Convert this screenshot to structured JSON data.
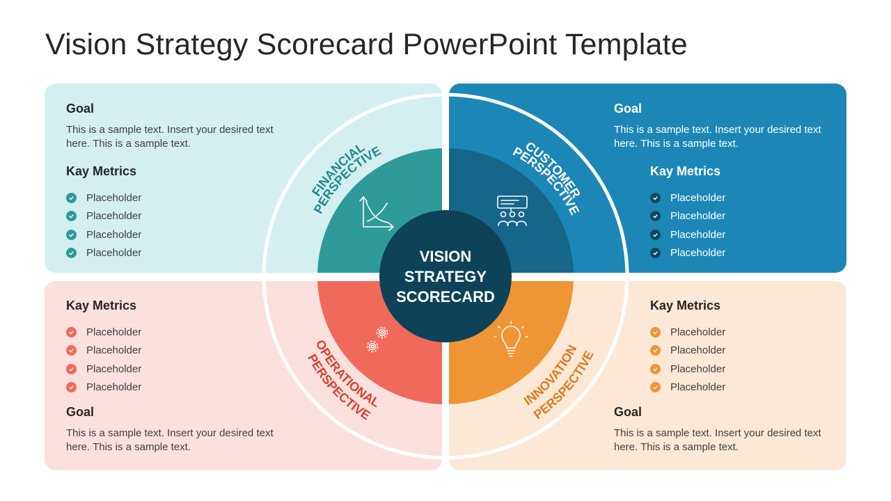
{
  "title": "Vision Strategy Scorecard PowerPoint Template",
  "center": {
    "line1": "VISION",
    "line2": "STRATEGY",
    "line3": "SCORECARD"
  },
  "colors": {
    "financial": "#2f9a9a",
    "customer": "#16668a",
    "operational": "#ef6a5b",
    "innovation": "#ef9535",
    "center": "#0d4259"
  },
  "quadrants": {
    "financial": {
      "arc_label_1": "FINANCIAL",
      "arc_label_2": "PERSPECTIVE",
      "icon": "line-chart-icon",
      "goal_heading": "Goal",
      "goal_text": "This is a sample text.  Insert your desired text  here. This is a sample text.",
      "metrics_heading": "Kay Metrics",
      "metrics": [
        "Placeholder",
        "Placeholder",
        "Placeholder",
        "Placeholder"
      ]
    },
    "customer": {
      "arc_label_1": "CUSTOMER",
      "arc_label_2": "PERSPECTIVE",
      "icon": "presentation-audience-icon",
      "goal_heading": "Goal",
      "goal_text": "This is a sample text.  Insert your desired text  here. This is a sample text.",
      "metrics_heading": "Kay Metrics",
      "metrics": [
        "Placeholder",
        "Placeholder",
        "Placeholder",
        "Placeholder"
      ]
    },
    "operational": {
      "arc_label_1": "OPERATIONAL",
      "arc_label_2": "PERSPECTIVE",
      "icon": "gears-icon",
      "goal_heading": "Goal",
      "goal_text": "This is a sample text.  Insert your desired text  here. This is a sample text.",
      "metrics_heading": "Kay Metrics",
      "metrics": [
        "Placeholder",
        "Placeholder",
        "Placeholder",
        "Placeholder"
      ]
    },
    "innovation": {
      "arc_label_1": "INNOVATION",
      "arc_label_2": "PERSPECTIVE",
      "icon": "lightbulb-icon",
      "goal_heading": "Goal",
      "goal_text": "This is a sample text.  Insert your desired text  here. This is a sample text.",
      "metrics_heading": "Kay Metrics",
      "metrics": [
        "Placeholder",
        "Placeholder",
        "Placeholder",
        "Placeholder"
      ]
    }
  }
}
